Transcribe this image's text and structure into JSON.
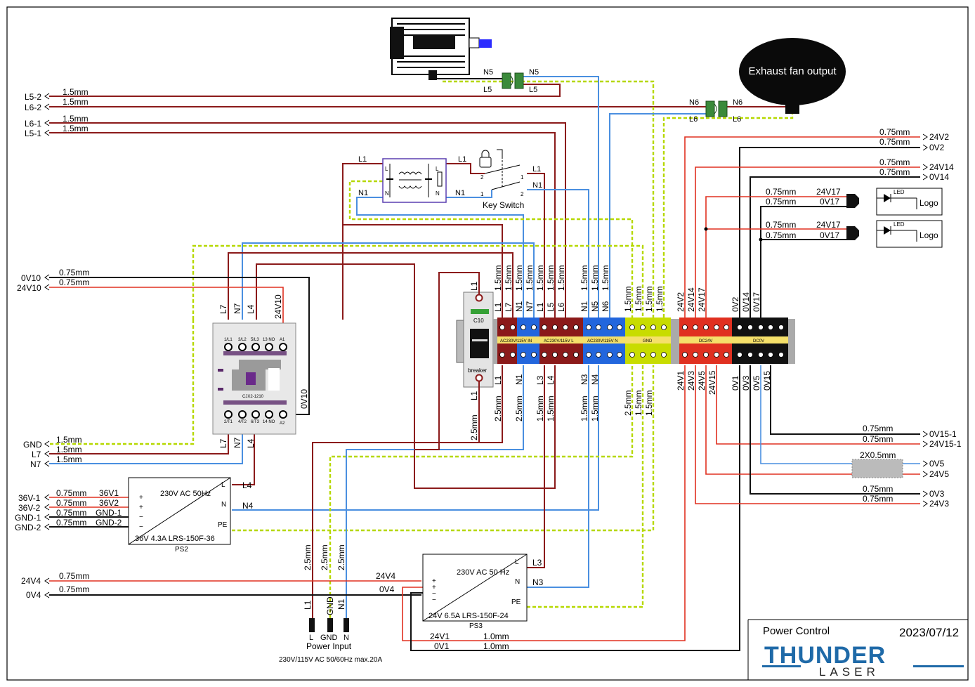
{
  "title": "Power Control",
  "date": "2023/07/12",
  "logo": {
    "top": "THUNDER",
    "bottom": "LASER"
  },
  "exhaust_label": "Exhaust fan output",
  "key_switch": "Key Switch",
  "breaker": {
    "rating": "C10",
    "name": "breaker"
  },
  "contactor": {
    "model": "CJX2-1210",
    "top_pins": [
      "1/L1",
      "3/L2",
      "5/L3",
      "13 NO",
      "A1"
    ],
    "bottom_pins": [
      "2/T1",
      "4/T2",
      "6/T3",
      "14 NO",
      "A2"
    ]
  },
  "ps2": {
    "header": "230V AC 50Hz",
    "model": "36V 4.3A  LRS-150F-36",
    "name": "PS2",
    "pins": [
      "L",
      "N",
      "PE",
      "+",
      "+",
      "−",
      "−"
    ]
  },
  "ps3": {
    "header": "230V AC 50 Hz",
    "model": "24V 6.5A   LRS-150F-24",
    "name": "PS3",
    "pins": [
      "L",
      "N",
      "PE",
      "+",
      "+",
      "−",
      "−"
    ]
  },
  "power_input": {
    "label": "Power Input",
    "spec": "230V/115V AC 50/60Hz max.20A",
    "pins": [
      "L",
      "GND",
      "N"
    ],
    "wire_labels": [
      "L1",
      "GND",
      "N1"
    ],
    "gauges": [
      "2.5mm",
      "2.5mm",
      "2.5mm"
    ]
  },
  "led_modules": [
    {
      "led": "LED",
      "logo": "Logo",
      "v": "24V17",
      "g": "0V17",
      "gauge": "0.75mm"
    },
    {
      "led": "LED",
      "logo": "Logo",
      "v": "24V17",
      "g": "0V17",
      "gauge": "0.75mm"
    }
  ],
  "terminal_groups": [
    "AC230V/115V IN",
    "AC230V/115V L",
    "AC230V/115V N",
    "GND",
    "DC24V",
    "DC0V"
  ],
  "left_connectors": [
    {
      "name": "L5-2",
      "gauge": "1.5mm"
    },
    {
      "name": "L6-2",
      "gauge": "1.5mm"
    },
    {
      "name": "L6-1",
      "gauge": "1.5mm"
    },
    {
      "name": "L5-1",
      "gauge": "1.5mm"
    },
    {
      "name": "0V10",
      "gauge": "0.75mm"
    },
    {
      "name": "24V10",
      "gauge": "0.75mm"
    },
    {
      "name": "GND",
      "gauge": "1.5mm"
    },
    {
      "name": "L7",
      "gauge": "1.5mm"
    },
    {
      "name": "N7",
      "gauge": "1.5mm"
    },
    {
      "name": "36V-1",
      "gauge": "0.75mm",
      "wire": "36V1"
    },
    {
      "name": "36V-2",
      "gauge": "0.75mm",
      "wire": "36V2"
    },
    {
      "name": "GND-1",
      "gauge": "0.75mm",
      "wire": "GND-1"
    },
    {
      "name": "GND-2",
      "gauge": "0.75mm",
      "wire": "GND-2"
    },
    {
      "name": "24V4",
      "gauge": "0.75mm",
      "wire": "24V4"
    },
    {
      "name": "0V4",
      "gauge": "0.75mm",
      "wire": "0V4"
    }
  ],
  "right_connectors": [
    {
      "name": "24V2",
      "gauge": "0.75mm"
    },
    {
      "name": "0V2",
      "gauge": "0.75mm"
    },
    {
      "name": "24V14",
      "gauge": "0.75mm"
    },
    {
      "name": "0V14",
      "gauge": "0.75mm"
    },
    {
      "name": "0V15-1",
      "gauge": "0.75mm"
    },
    {
      "name": "24V15-1",
      "gauge": "0.75mm"
    },
    {
      "name": "0V5",
      "gauge": "2X0.5mm"
    },
    {
      "name": "24V5",
      "gauge": ""
    },
    {
      "name": "0V3",
      "gauge": "0.75mm"
    },
    {
      "name": "24V3",
      "gauge": "0.75mm"
    }
  ],
  "top_terminal_labels": [
    "L1",
    "L7",
    "N1",
    "N7",
    "L1",
    "L5",
    "L6",
    "N1",
    "N5",
    "N6",
    "24V2",
    "24V14",
    "24V17",
    "0V2",
    "0V14",
    "0V17"
  ],
  "top_terminal_gauges": [
    "1.5mm",
    "1.5mm",
    "1.5mm",
    "1.5mm",
    "1.5mm",
    "1.5mm",
    "1.5mm",
    "1.5mm",
    "1.5mm",
    "1.5mm",
    "1.5mm",
    "1.5mm",
    "1.5mm",
    "1.5mm"
  ],
  "bottom_terminal_labels": [
    "L1",
    "N1",
    "L3",
    "L4",
    "N3",
    "N4",
    "24V1",
    "24V3",
    "24V5",
    "24V15",
    "0V1",
    "0V3",
    "0V5",
    "0V15"
  ],
  "bottom_terminal_gauges": [
    "2.5mm",
    "2.5mm",
    "1.5mm",
    "1.5mm",
    "1.5mm",
    "1.5mm",
    "2.5mm",
    "1.5mm",
    "1.5mm"
  ],
  "misc_labels": {
    "n5": "N5",
    "l5": "L5",
    "n6": "N6",
    "l6": "L6",
    "l1": "L1",
    "n1": "N1",
    "l7": "L7",
    "n7": "N7",
    "l4": "L4",
    "n4": "N4",
    "l3": "L3",
    "n3": "N3",
    "v10": "24V10",
    "g10": "0V10",
    "v1": "24V1",
    "g1": "0V1",
    "gauge_10": "1.0mm",
    "gauge_25": "2.5mm"
  }
}
